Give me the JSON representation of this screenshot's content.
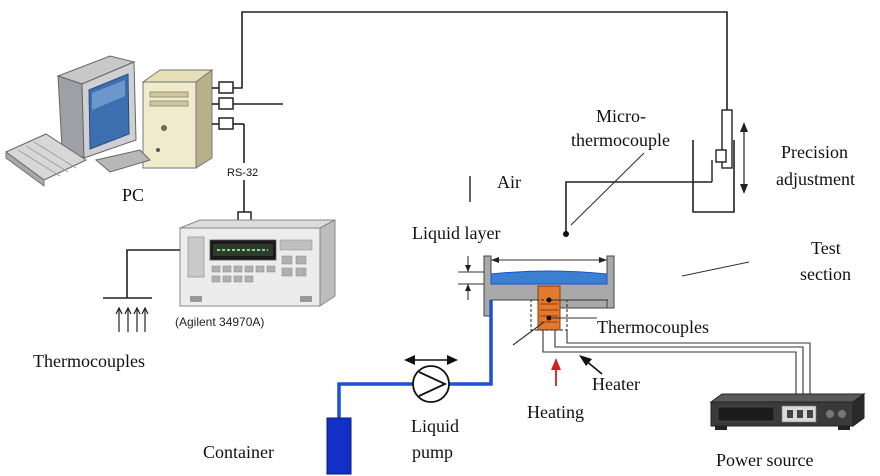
{
  "labels": {
    "pc": "PC",
    "rs": "RS-32",
    "agilent": "(Agilent 34970A)",
    "thermocouples_left": "Thermocouples",
    "micro_1": "Micro-",
    "micro_2": "thermocouple",
    "precision_1": "Precision",
    "precision_2": "adjustment",
    "air": "Air",
    "liquid_layer": "Liquid layer",
    "test_1": "Test",
    "test_2": "section",
    "thermocouples_right": "Thermocouples",
    "heater": "Heater",
    "heating": "Heating",
    "liquid_1": "Liquid",
    "liquid_2": "pump",
    "container": "Container",
    "power_source": "Power source"
  },
  "colors": {
    "liquid_pipe": "#1f4fd6",
    "liquid_film": "#3a7fd0",
    "heater": "#e07a2e",
    "heating_arrow": "#d62020",
    "container": "#1230c8"
  },
  "icons": {
    "pc": "desktop-computer-icon",
    "datalogger": "data-acquisition-unit-icon",
    "power": "power-supply-icon",
    "pump": "pump-symbol-icon"
  }
}
